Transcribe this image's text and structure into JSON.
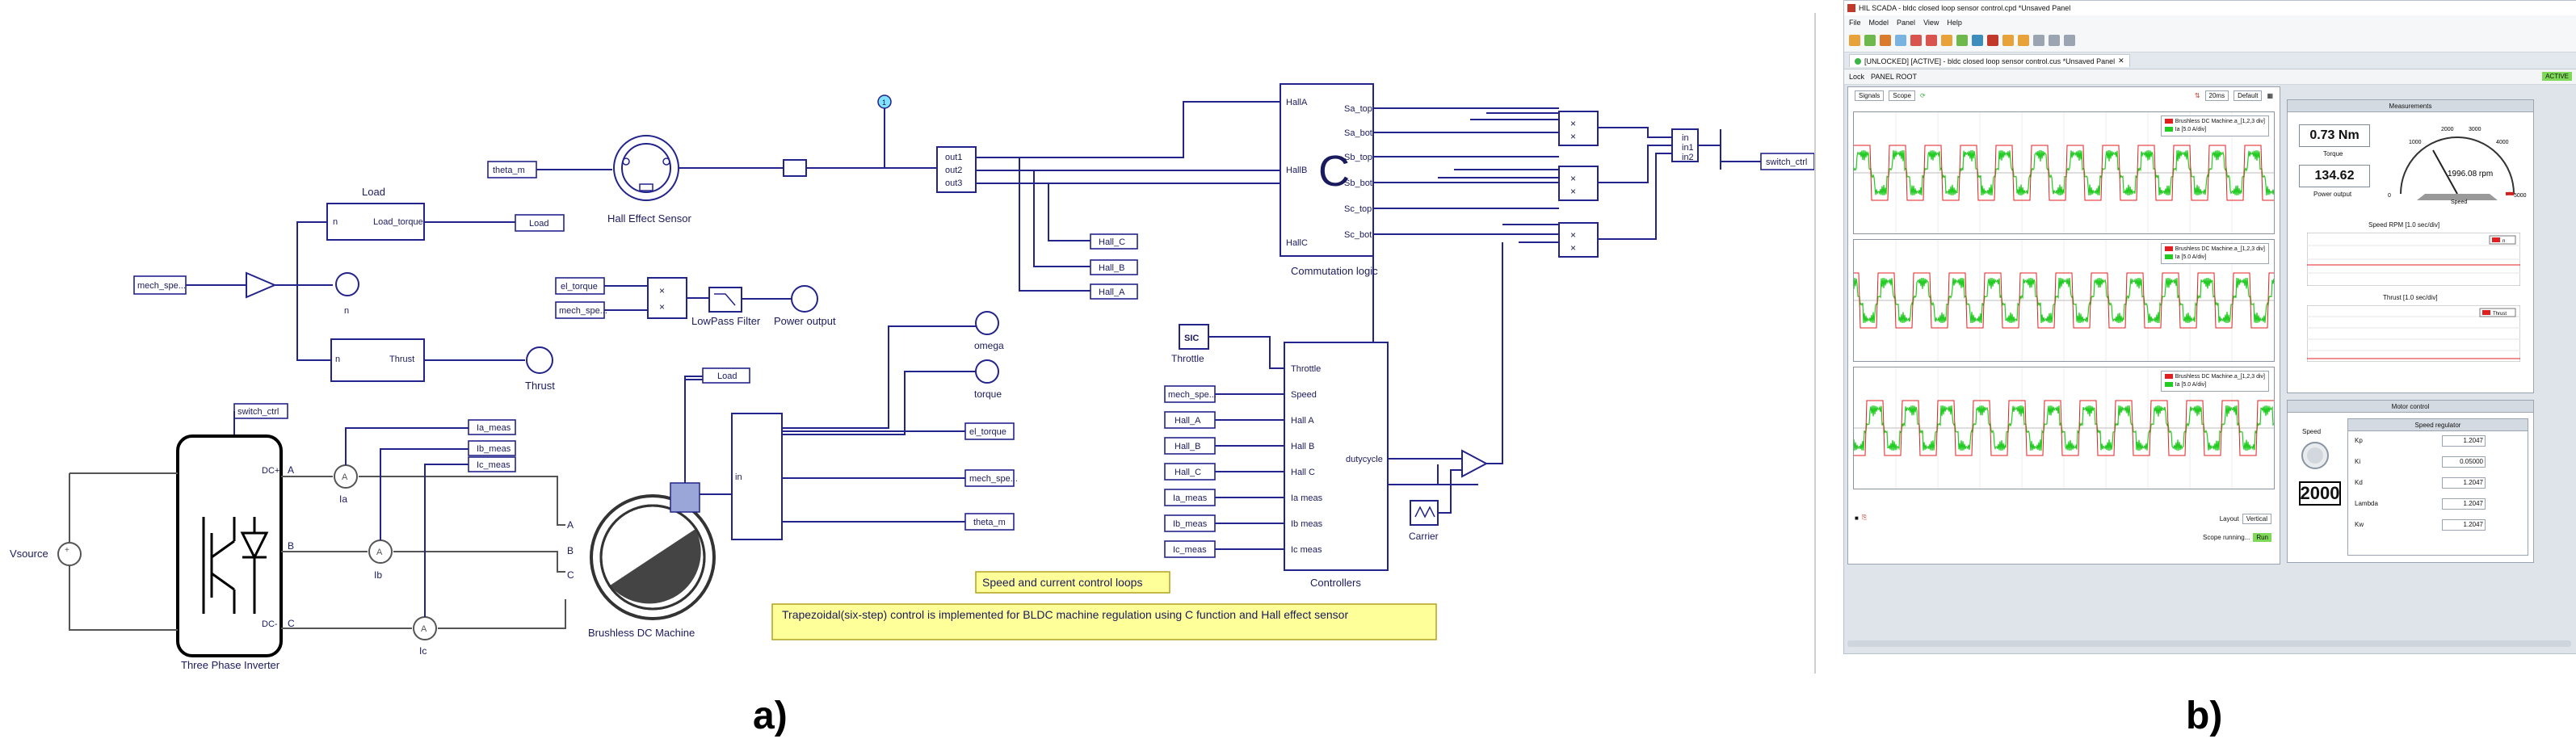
{
  "labels": {
    "left": "a)",
    "right": "b)"
  },
  "schematic": {
    "blocks": {
      "load_title": "Load",
      "load_port": "Load_torque",
      "thrust_port": "Thrust",
      "hall_sensor": "Hall Effect Sensor",
      "lowpass": "LowPass Filter",
      "power_output": "Power output",
      "commutation": "Commutation logic",
      "commutation_letter": "C",
      "controllers": "Controllers",
      "throttle": "Throttle",
      "throttle_value": "SIC",
      "carrier": "Carrier",
      "inverter": "Three Phase Inverter",
      "machine": "Brushless DC Machine",
      "vsource": "Vsource",
      "omega": "omega",
      "torque": "torque",
      "n": "n",
      "thrust": "Thrust",
      "junction": "1"
    },
    "tags": {
      "theta_m": "theta_m",
      "load_out": "Load",
      "mech_spe": "mech_spe...",
      "el_torque": "el_torque",
      "mech_spe2": "mech_spe...",
      "switch_ctrl": "switch_ctrl",
      "switch_ctrl2": "switch_ctrl",
      "hall_c": "Hall_C",
      "hall_b": "Hall_B",
      "hall_a": "Hall_A",
      "ia_meas": "Ia_meas",
      "ib_meas": "Ib_meas",
      "ic_meas": "Ic_meas",
      "load_in": "Load",
      "el_torque_out": "el_torque",
      "mech_spe_out": "mech_spe...",
      "theta_out": "theta_m",
      "mech_spe_ctrl": "mech_spe...",
      "hall_a_ctrl": "Hall_A",
      "hall_b_ctrl": "Hall_B",
      "hall_c_ctrl": "Hall_C",
      "ia_ctrl": "Ia_meas",
      "ib_ctrl": "Ib_meas",
      "ic_ctrl": "Ic_meas"
    },
    "ports": {
      "hall_out": [
        "out1",
        "out2",
        "out3"
      ],
      "comm_in": [
        "HallA",
        "HallB",
        "HallC"
      ],
      "comm_out": [
        "Sa_top",
        "Sa_bot",
        "Sb_top",
        "Sb_bot",
        "Sc_top",
        "Sc_bot"
      ],
      "ctrl_in": [
        "Throttle",
        "Speed",
        "Hall A",
        "Hall B",
        "Hall C",
        "Ia meas",
        "Ib meas",
        "Ic meas"
      ],
      "ctrl_out": "dutycycle",
      "mux_in": [
        "in",
        "in1",
        "in2"
      ],
      "inv_dc": [
        "DC+",
        "DC-"
      ],
      "inv_phase": [
        "A",
        "B",
        "C"
      ],
      "ammeters": [
        "Ia",
        "Ib",
        "Ic"
      ]
    },
    "notes": {
      "title": "Speed and current control loops",
      "body": "Trapezoidal(six-step) control is implemented for BLDC machine regulation using C function and Hall effect sensor"
    }
  },
  "scada": {
    "title": "HIL SCADA - bldc closed loop sensor control.cpd *Unsaved Panel",
    "menu": [
      "File",
      "Model",
      "Panel",
      "View",
      "Help"
    ],
    "tab": "[UNLOCKED] [ACTIVE] - bldc closed loop sensor control.cus *Unsaved Panel",
    "sub": [
      "Lock",
      "PANEL ROOT"
    ],
    "active_badge": "ACTIVE",
    "scope": {
      "signals_btn": "Signals",
      "mode_select": "Scope",
      "time_select": "20ms",
      "trigger_select": "Default",
      "legend_line1": "Brushless DC Machine.a_[1,2,3 div]",
      "legend_line2": "Ia [5.0 A/div]",
      "layout_label": "Layout",
      "layout_value": "Vertical",
      "status": "Scope running...",
      "status_badge": "Run",
      "colors": {
        "ch1": "#e02020",
        "ch2": "#22cc22"
      }
    },
    "measurements": {
      "title": "Measurements",
      "torque_value": "0.73 Nm",
      "torque_label": "Torque",
      "power_value": "134.62",
      "power_label": "Power output",
      "gauge_readout": "1996.08 rpm",
      "gauge_label": "Speed",
      "gauge_ticks": [
        "0",
        "1000",
        "2000",
        "3000",
        "4000",
        "5000"
      ],
      "speed_chart_title": "Speed RPM [1.0 sec/div]",
      "thrust_chart_title": "Thrust [1.0 sec/div]",
      "legend_n": "n",
      "legend_thrust": "Thrust"
    },
    "motor_control": {
      "title": "Motor control",
      "speed_label": "Speed",
      "speed_value": "2000",
      "regulator_title": "Speed regulator",
      "params": [
        {
          "name": "Kp",
          "value": "1.2047"
        },
        {
          "name": "Ki",
          "value": "0.05000"
        },
        {
          "name": "Kd",
          "value": "1.2047"
        },
        {
          "name": "Lambda",
          "value": "1.2047"
        },
        {
          "name": "Kw",
          "value": "1.2047"
        }
      ]
    }
  }
}
